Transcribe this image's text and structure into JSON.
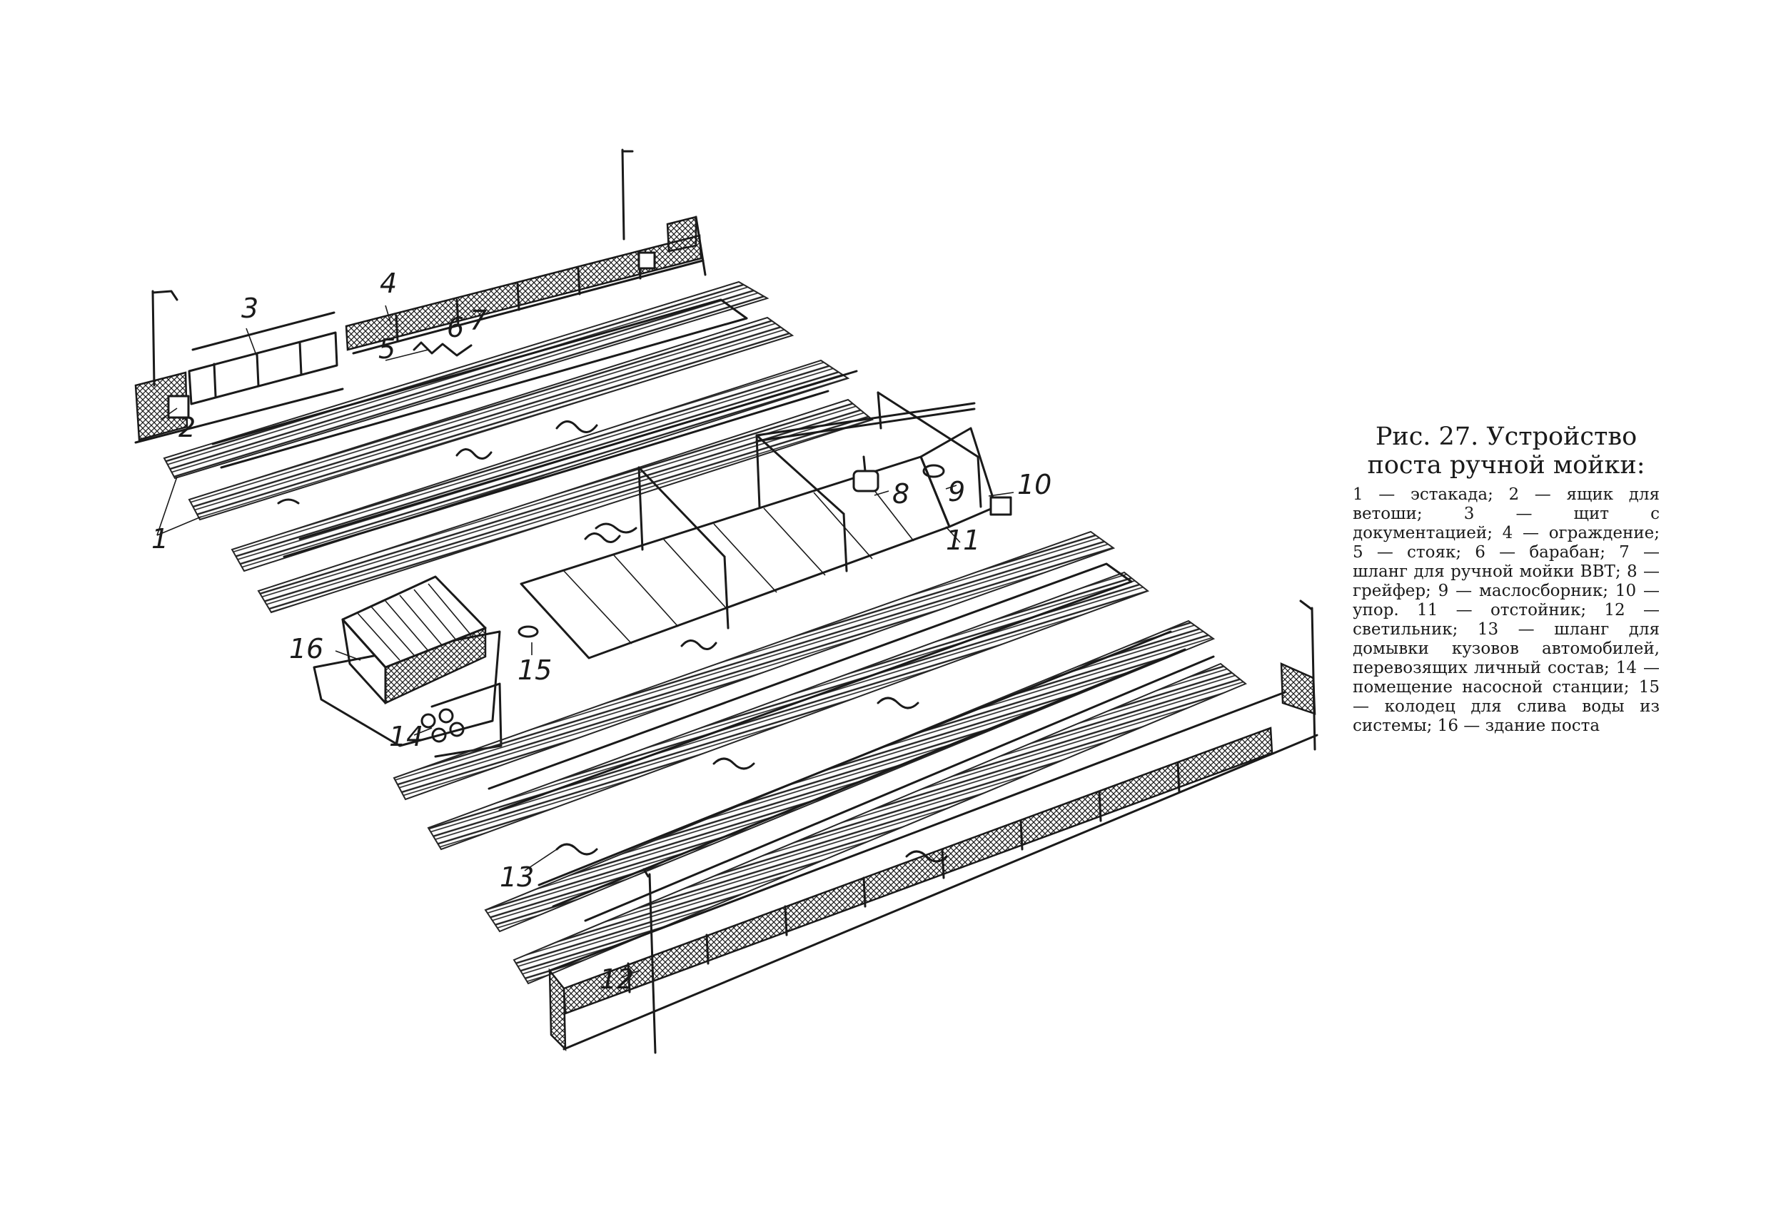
{
  "caption": {
    "title": "Рис. 27. Устройство поста ручной мойки:",
    "legend": "1 — эстакада; 2 — ящик для ветоши; 3 — щит с документацией; 4 — ограждение; 5 — стояк; 6 — барабан; 7 — шланг для ручной мойки ВВТ; 8 — грейфер; 9 — маслосборник; 10 — упор. 11 — отстойник; 12 — светильник; 13 — шланг для домывки кузовов автомобилей, перевозящих личный состав; 14 — помещение насосной станции; 15 — колодец для слива воды из системы; 16 — здание поста"
  },
  "callouts": {
    "c1": "1",
    "c2": "2",
    "c3": "3",
    "c4": "4",
    "c5": "5",
    "c6": "6",
    "c7": "7",
    "c8": "8",
    "c9": "9",
    "c10": "10",
    "c11": "11",
    "c12": "12",
    "c13": "13",
    "c14": "14",
    "c15": "15",
    "c16": "16"
  }
}
